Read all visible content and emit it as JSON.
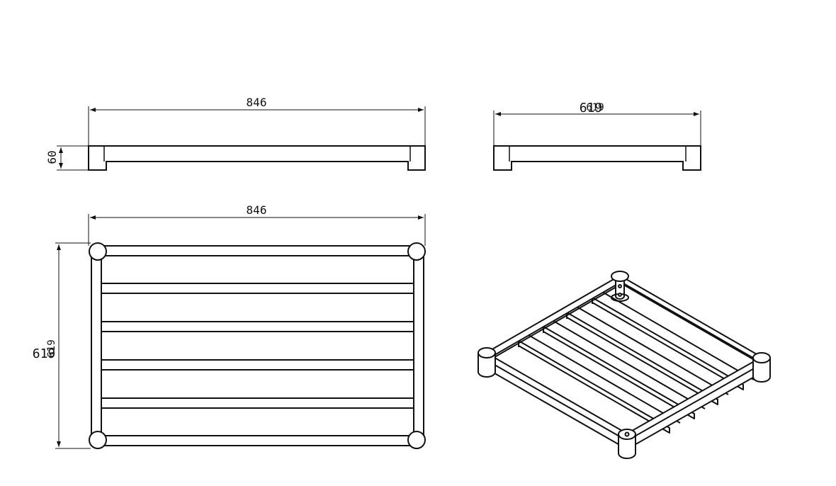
{
  "drawing": {
    "dimensions": {
      "front_width": "846",
      "front_height": "60",
      "side_width": "619",
      "side_width_overlap": "619",
      "top_width": "846",
      "top_depth": "619",
      "top_depth_overlap": "619"
    },
    "views": [
      "front-view",
      "side-view",
      "top-view",
      "isometric-view"
    ],
    "colors": {
      "line": "#111111",
      "background": "#ffffff"
    }
  }
}
